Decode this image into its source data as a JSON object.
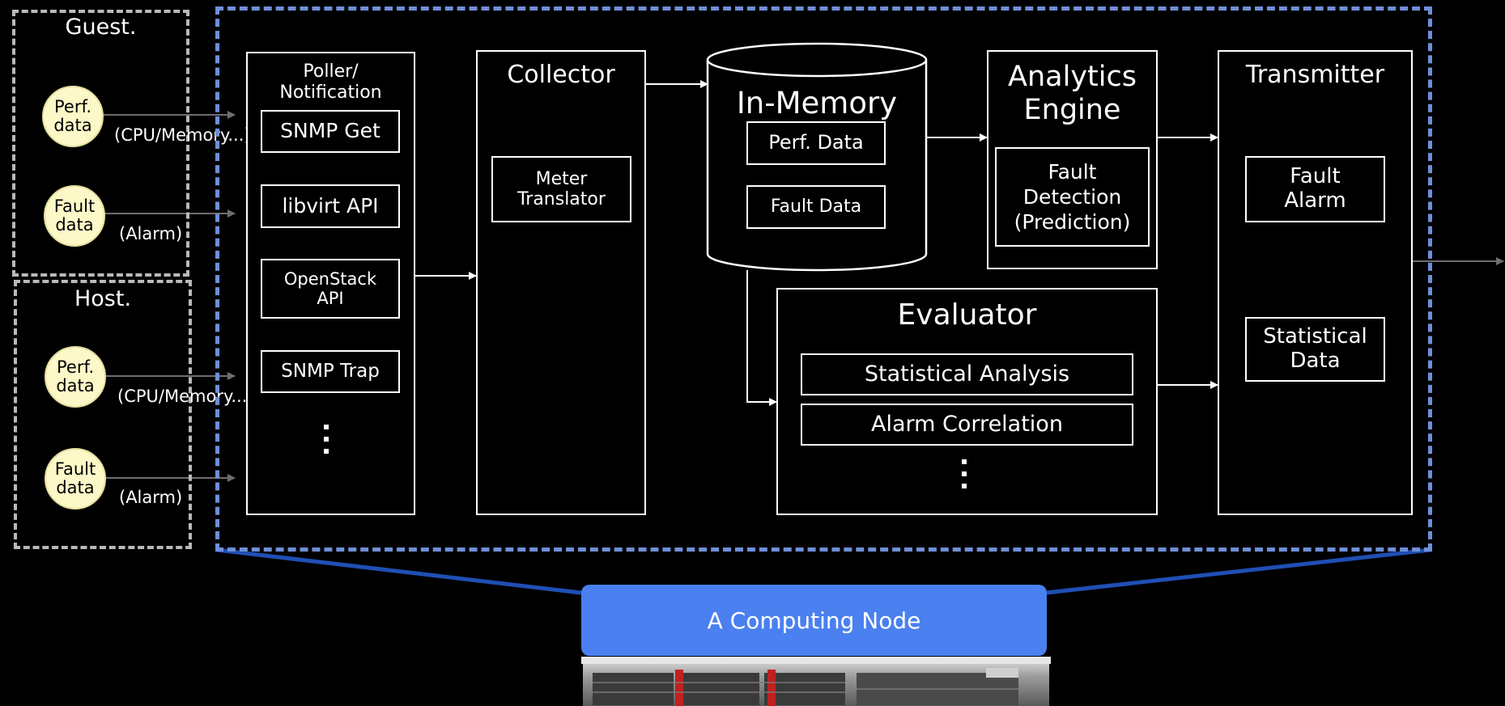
{
  "guest": {
    "title": "Guest.",
    "perf_circle": "Perf.\ndata",
    "perf_note": "(CPU/Memory...)",
    "fault_circle": "Fault\ndata",
    "fault_note": "(Alarm)"
  },
  "host": {
    "title": "Host.",
    "perf_circle": "Perf.\ndata",
    "perf_note": "(CPU/Memory...)",
    "fault_circle": "Fault\ndata",
    "fault_note": "(Alarm)"
  },
  "poller": {
    "title": "Poller/\nNotification",
    "items": [
      "SNMP Get",
      "libvirt API",
      "OpenStack\nAPI",
      "SNMP Trap"
    ]
  },
  "collector": {
    "title": "Collector",
    "translator": "Meter\nTranslator"
  },
  "in_memory": {
    "title": "In-Memory",
    "perf": "Perf. Data",
    "fault": "Fault Data"
  },
  "analytics": {
    "title": "Analytics\nEngine",
    "detection": "Fault\nDetection\n(Prediction)"
  },
  "evaluator": {
    "title": "Evaluator",
    "items": [
      "Statistical Analysis",
      "Alarm Correlation"
    ]
  },
  "transmitter": {
    "title": "Transmitter",
    "items": [
      "Fault\nAlarm",
      "Statistical\nData"
    ]
  },
  "node": {
    "label": "A Computing Node"
  },
  "colors": {
    "background": "#000000",
    "node_dash": "#6f8fd8",
    "gray_dash": "#b9b9b9",
    "circle_fill": "#fdf8c8",
    "node_label": "#4a80ef",
    "trapezoid_line": "#1f4fb4"
  }
}
